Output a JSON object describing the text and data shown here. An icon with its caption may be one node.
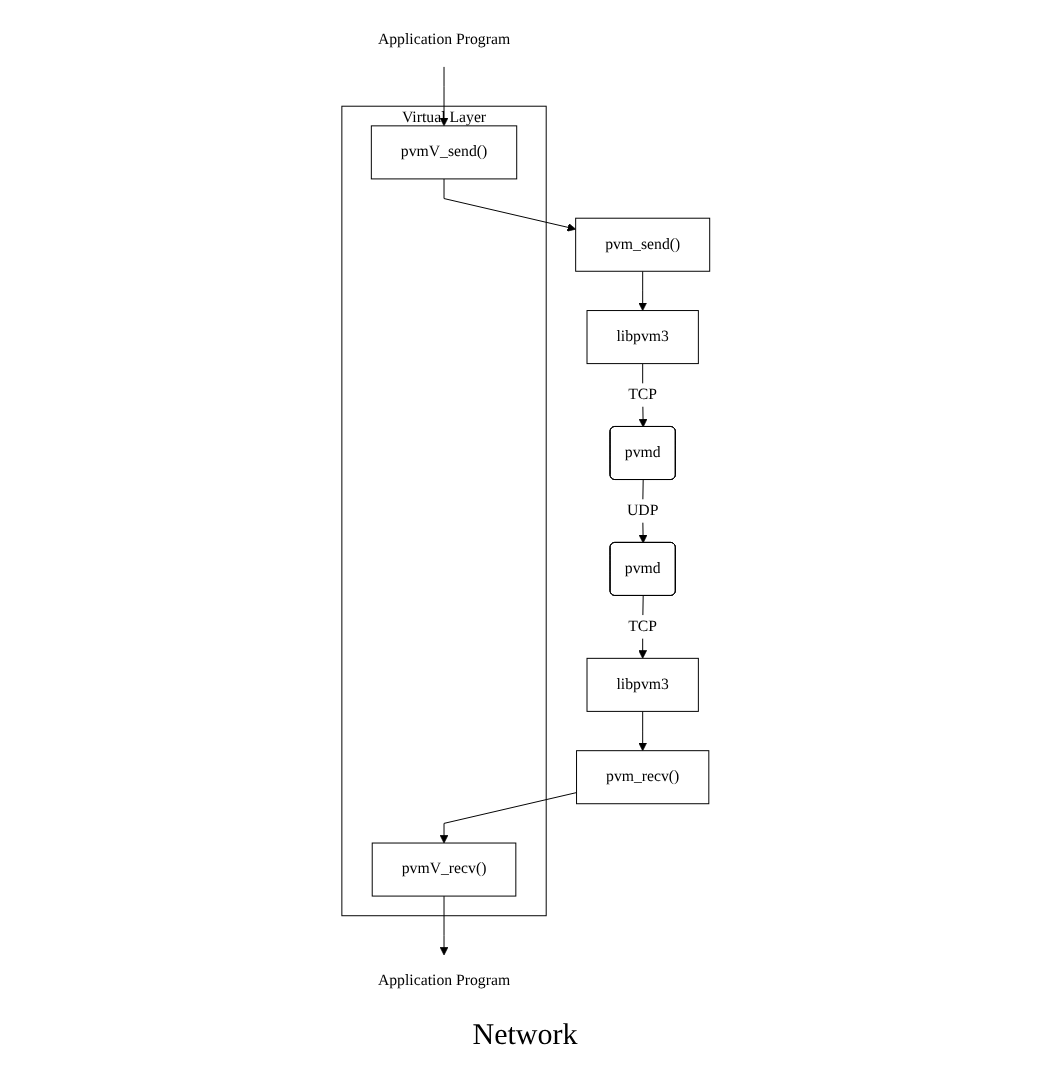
{
  "diagram": {
    "nodes": [
      {
        "text": [
          "Application Program"
        ]
      },
      {
        "text": [
          "Application Program"
        ]
      },
      {
        "text": [
          "Virtual Layer"
        ]
      },
      {
        "text": [
          "pvmV_send()"
        ],
        "in": 2
      },
      {
        "text": [
          "pvmV_recv()"
        ],
        "in": 2
      },
      {
        "text": [
          "pvm_send()"
        ]
      },
      {
        "text": [
          "pvm_recv()"
        ]
      },
      {
        "text": [
          "libpvm3"
        ]
      },
      {
        "text": [
          "libpvm3"
        ]
      },
      {
        "text": [
          "pvmd"
        ]
      },
      {
        "text": [
          "pvmd"
        ]
      }
    ],
    "edges": [
      {
        "from": 0,
        "to": 3,
        "arrow": "to"
      },
      {
        "from": 3,
        "to": 5,
        "arrow": "to"
      },
      {
        "from": 5,
        "to": 7,
        "arrow": "to"
      },
      {
        "from": 7,
        "to": 9,
        "arrow": "to",
        "label": "TCP"
      },
      {
        "from": 9,
        "to": 10,
        "arrow": "to",
        "label": "UDP"
      },
      {
        "from": 10,
        "to": 8,
        "arrow": "to",
        "label": "TCP"
      },
      {
        "from": 8,
        "to": 6,
        "arrow": "to"
      },
      {
        "from": 6,
        "to": 4,
        "arrow": "to"
      },
      {
        "from": 4,
        "to": 1,
        "arrow": "to"
      }
    ],
    "labels": [
      "Network"
    ]
  }
}
